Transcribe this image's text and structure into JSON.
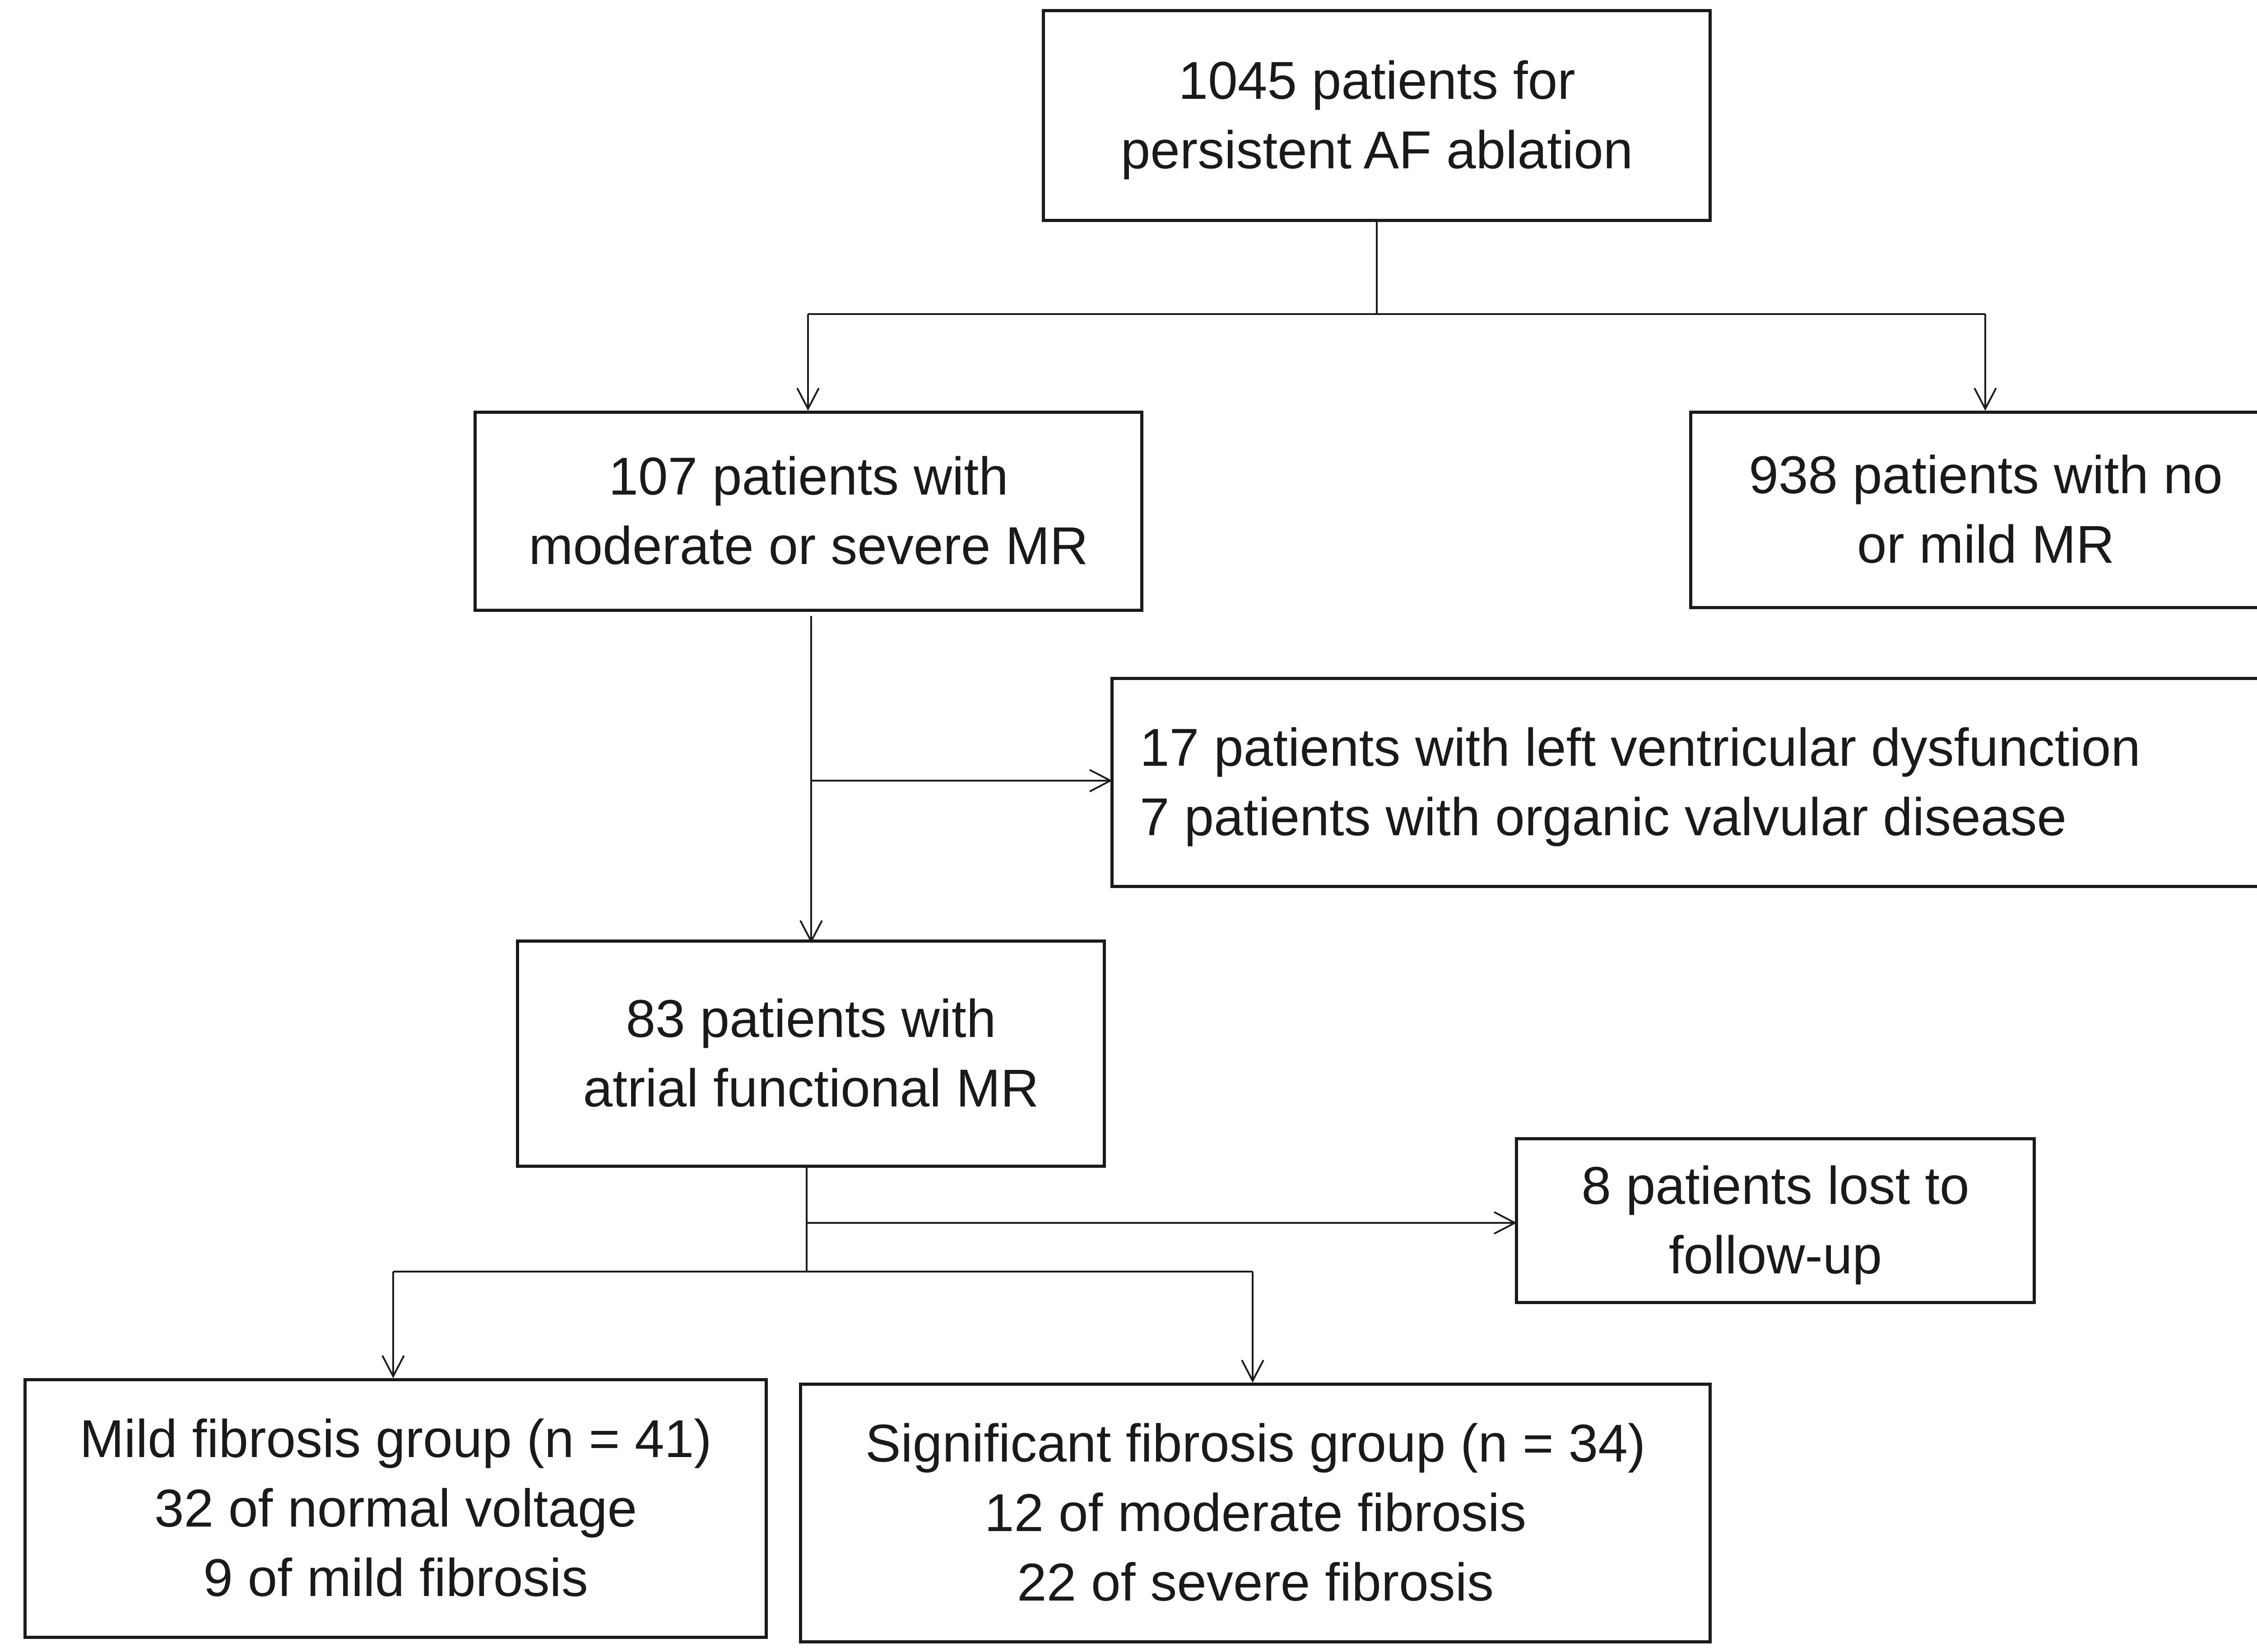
{
  "flowchart": {
    "root": {
      "lines": [
        "1045 patients for",
        "persistent AF ablation"
      ]
    },
    "moderate_severe_mr": {
      "lines": [
        "107 patients with",
        "moderate or severe MR"
      ]
    },
    "no_mild_mr": {
      "lines": [
        "938 patients with no",
        "or mild MR"
      ]
    },
    "excluded": {
      "lines": [
        "17 patients with left ventricular dysfunction",
        "7 patients with organic valvular disease"
      ]
    },
    "atrial_functional_mr": {
      "lines": [
        "83 patients with",
        "atrial functional MR"
      ]
    },
    "lost_follow_up": {
      "lines": [
        "8 patients lost to",
        "follow-up"
      ]
    },
    "mild_fibrosis_group": {
      "lines": [
        "Mild fibrosis group (n = 41)",
        "32 of normal voltage",
        "9 of mild fibrosis"
      ]
    },
    "significant_fibrosis_group": {
      "lines": [
        "Significant fibrosis group (n = 34)",
        "12 of moderate fibrosis",
        "22 of severe fibrosis"
      ]
    }
  },
  "colors": {
    "stroke": "#1a1a1a",
    "background": "#ffffff"
  }
}
